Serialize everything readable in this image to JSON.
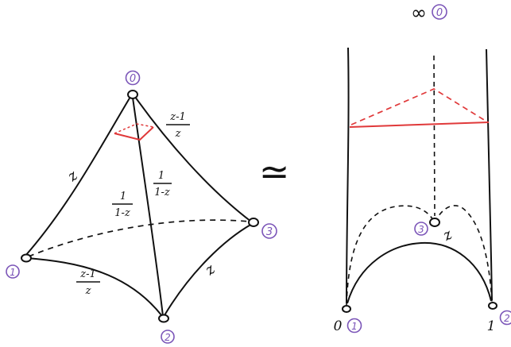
{
  "colors": {
    "ink": "#111111",
    "red": "#e0393a",
    "purple": "#7b55b8"
  },
  "tetrahedron": {
    "vertex_labels": [
      "0",
      "1",
      "2",
      "3"
    ],
    "edge_labels": {
      "e01": "z",
      "e23": "z",
      "e02_num": "1",
      "e02_den": "1-z",
      "e13_num": "1",
      "e13_den": "1-z",
      "e03_num": "z-1",
      "e03_den": "z",
      "e12_num": "z-1",
      "e12_den": "z"
    }
  },
  "relation_symbol": "≃",
  "upper_half_space": {
    "infinity_symbol": "∞",
    "infinity_vertex_label": "0",
    "left_foot_value": "0",
    "left_foot_vertex_label": "1",
    "right_foot_value": "1",
    "right_foot_vertex_label": "2",
    "middle_vertex_label": "3",
    "middle_value": "z"
  }
}
